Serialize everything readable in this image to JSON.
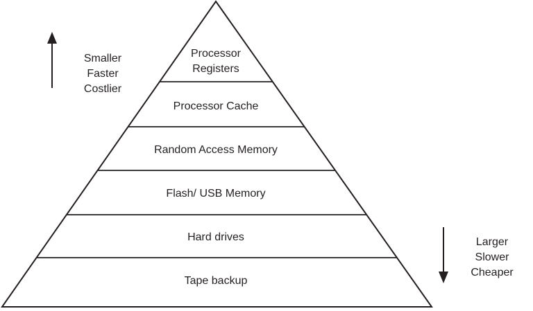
{
  "diagram": {
    "type": "pyramid",
    "subject": "memory-hierarchy",
    "levels": [
      {
        "label": "Processor\nRegisters"
      },
      {
        "label": "Processor Cache"
      },
      {
        "label": "Random Access Memory"
      },
      {
        "label": "Flash/ USB Memory"
      },
      {
        "label": "Hard drives"
      },
      {
        "label": "Tape backup"
      }
    ],
    "left_annotation": {
      "label": "Smaller\nFaster\nCostlier",
      "arrow_direction": "up"
    },
    "right_annotation": {
      "label": "Larger\nSlower\nCheaper",
      "arrow_direction": "down"
    },
    "colors": {
      "line": "#231f20",
      "text": "#231f20",
      "background": "#ffffff"
    }
  }
}
